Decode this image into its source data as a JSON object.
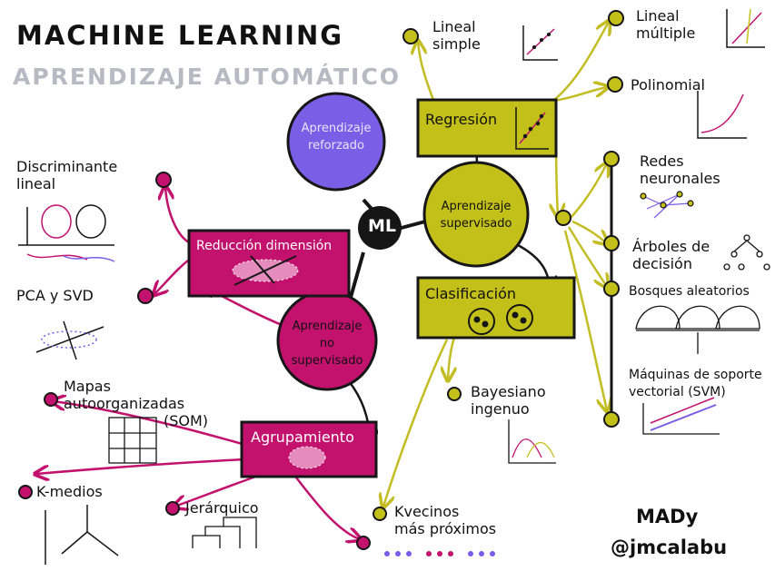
{
  "title": "MACHINE LEARNING",
  "subtitle": "APRENDIZAJE AUTOMÁTICO",
  "center": "ML",
  "nodes": {
    "reforzado": [
      "Aprendizaje",
      "reforzado"
    ],
    "supervisado": [
      "Aprendizaje",
      "supervisado"
    ],
    "no_supervisado": [
      "Aprendizaje",
      "no",
      "supervisado"
    ],
    "regresion": "Regresión",
    "clasificacion": "Clasificación",
    "reduccion": "Reducción dimensión",
    "agrupamiento": "Agrupamiento"
  },
  "leaves": {
    "lineal_simple": [
      "Lineal",
      "simple"
    ],
    "lineal_multiple": [
      "Lineal",
      "múltiple"
    ],
    "polinomial": "Polinomial",
    "redes": [
      "Redes",
      "neuronales"
    ],
    "arboles": [
      "Árboles de",
      "decisión"
    ],
    "bosques": "Bosques aleatorios",
    "svm": [
      "Máquinas de soporte",
      "vectorial (SVM)"
    ],
    "bayes": [
      "Bayesiano",
      "ingenuo"
    ],
    "knn": [
      "Kvecinos",
      "más próximos"
    ],
    "discriminante": [
      "Discriminante",
      "lineal"
    ],
    "pca": "PCA y SVD",
    "som": [
      "Mapas",
      "autoorganizadas",
      "(SOM)"
    ],
    "kmedios": "K-medios",
    "jerarquico": "Jerárquico"
  },
  "author": [
    "MADy",
    "@jmcalabu"
  ],
  "colors": {
    "olive": "#c4c01a",
    "magenta": "#c2126e",
    "purple": "#7a5ee6",
    "black": "#161616",
    "arrow_olive": "#c2bd22",
    "arrow_magenta": "#c2126e"
  },
  "icons": [
    "regression-plot-icon",
    "classification-circles-icon",
    "dimension-cloud-icon",
    "cluster-dots-icon",
    "scatter-plot-icon",
    "neural-network-icon",
    "decision-tree-icon",
    "random-forest-icon",
    "svm-plot-icon",
    "bayes-plot-icon",
    "pca-scatter-icon",
    "som-grid-icon",
    "kmeans-plot-icon",
    "dendrogram-icon",
    "knn-dots-icon",
    "discriminant-plot-icon"
  ]
}
